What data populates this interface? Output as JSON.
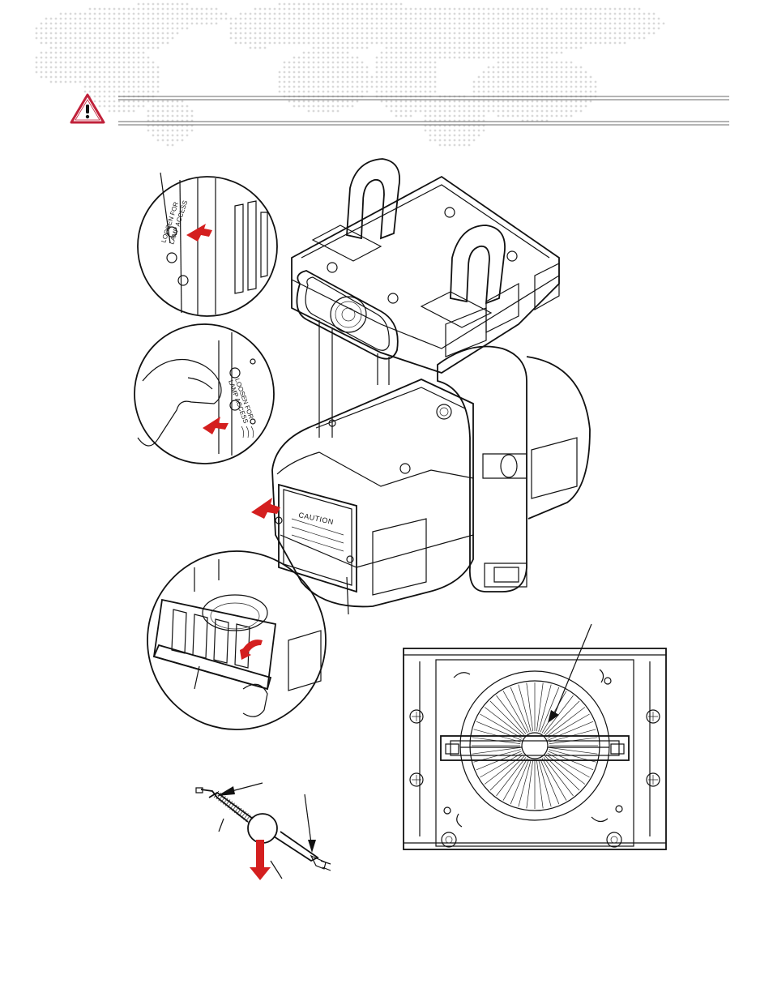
{
  "header": {
    "warning_icon": "warning-triangle-icon",
    "accent_color": "#c0213a"
  },
  "labels": {
    "caution": "CAUTION",
    "detail_top_line1": "LOOSEN FOR",
    "detail_top_line2": "LAMP ACCESS",
    "detail_mid_line1": "LOOSEN FOR",
    "detail_mid_line2": "LAMP ACCESS"
  },
  "colors": {
    "arrow": "#d41f1f",
    "map_dots": "#d9d9d9",
    "line": "#111111"
  }
}
